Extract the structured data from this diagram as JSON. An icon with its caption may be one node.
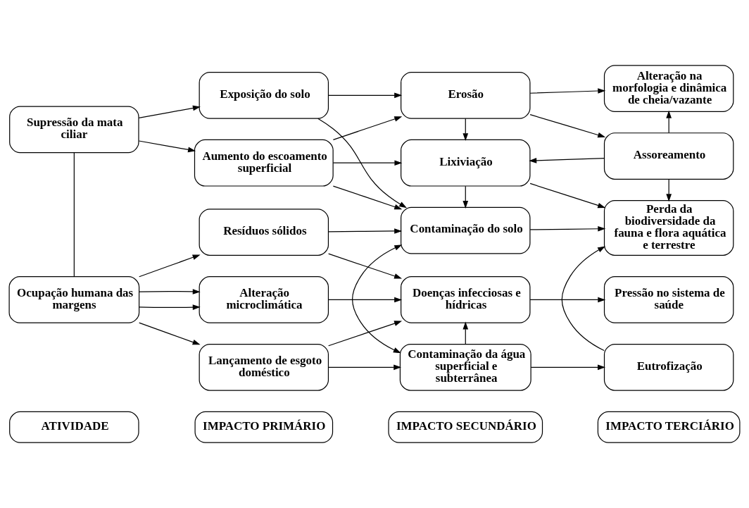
{
  "diagram": {
    "nodes": [
      {
        "text": [
          "ATIVIDADE"
        ]
      },
      {
        "text": [
          "IMPACTO PRIMÁRIO"
        ]
      },
      {
        "text": [
          "IMPACTO SECUNDÁRIO"
        ]
      },
      {
        "text": [
          "IMPACTO TERCIÁRIO"
        ]
      },
      {
        "text": [
          "Supressão da mata ciliar"
        ]
      },
      {
        "text": [
          "Ocupação humana das margens"
        ]
      },
      {
        "text": [
          "Exposição do solo"
        ]
      },
      {
        "text": [
          "Aumento do escoamento superficial"
        ]
      },
      {
        "text": [
          "Resíduos sólidos"
        ]
      },
      {
        "text": [
          "Lançamento de esgoto doméstico"
        ]
      },
      {
        "text": [
          "Alteração microclimática"
        ]
      },
      {
        "text": [
          "Erosão"
        ]
      },
      {
        "text": [
          "Lixiviação"
        ]
      },
      {
        "text": [
          "Contaminação do solo"
        ]
      },
      {
        "text": [
          "Contaminação da água superficial e subterrânea"
        ]
      },
      {
        "text": [
          "Doenças infecciosas e hídricas"
        ]
      },
      {
        "text": [
          "Alteração na morfologia e dinâmica de cheia/vazante"
        ]
      },
      {
        "text": [
          "Assoreamento"
        ]
      },
      {
        "text": [
          "Perda da biodiversidade da fauna e flora aquática e terrestre"
        ]
      },
      {
        "text": [
          "Eutrofização"
        ]
      },
      {
        "text": [
          "Pressão no sistema de saúde"
        ]
      }
    ],
    "edges": [
      {
        "from": 4,
        "to": 6,
        "arrow": "to"
      },
      {
        "from": 4,
        "to": 7,
        "arrow": "to"
      },
      {
        "from": 4,
        "to": 5,
        "arrow": "none"
      },
      {
        "from": 5,
        "to": 8,
        "arrow": "to"
      },
      {
        "from": 5,
        "to": 9,
        "arrow": "to"
      },
      {
        "from": 5,
        "to": 10,
        "arrow": "to"
      },
      {
        "from": 5,
        "to": 10,
        "arrow": "to"
      },
      {
        "from": 6,
        "to": 11,
        "arrow": "to"
      },
      {
        "from": 6,
        "to": 13,
        "arrow": "to"
      },
      {
        "from": 7,
        "to": 11,
        "arrow": "to"
      },
      {
        "from": 7,
        "to": 12,
        "arrow": "to"
      },
      {
        "from": 7,
        "to": 13,
        "arrow": "to"
      },
      {
        "from": 8,
        "to": 13,
        "arrow": "to"
      },
      {
        "from": 8,
        "to": 15,
        "arrow": "to"
      },
      {
        "from": 9,
        "to": 14,
        "arrow": "to"
      },
      {
        "from": 9,
        "to": 15,
        "arrow": "to"
      },
      {
        "from": 10,
        "to": 15,
        "arrow": "to"
      },
      {
        "from": 11,
        "to": 16,
        "arrow": "to"
      },
      {
        "from": 11,
        "to": 17,
        "arrow": "to"
      },
      {
        "from": 11,
        "to": 12,
        "arrow": "to"
      },
      {
        "from": 12,
        "to": 13,
        "arrow": "to"
      },
      {
        "from": 13,
        "to": 14,
        "arrow": "both"
      },
      {
        "from": 13,
        "to": 18,
        "arrow": "to"
      },
      {
        "from": 17,
        "to": 12,
        "arrow": "to"
      },
      {
        "from": 17,
        "to": 16,
        "arrow": "to"
      },
      {
        "from": 17,
        "to": 18,
        "arrow": "to"
      },
      {
        "from": 12,
        "to": 18,
        "arrow": "to"
      },
      {
        "from": 14,
        "to": 19,
        "arrow": "to"
      },
      {
        "from": 19,
        "to": 18,
        "arrow": "to"
      },
      {
        "from": 14,
        "to": 15,
        "arrow": "to"
      },
      {
        "from": 15,
        "to": 20,
        "arrow": "to"
      }
    ]
  }
}
